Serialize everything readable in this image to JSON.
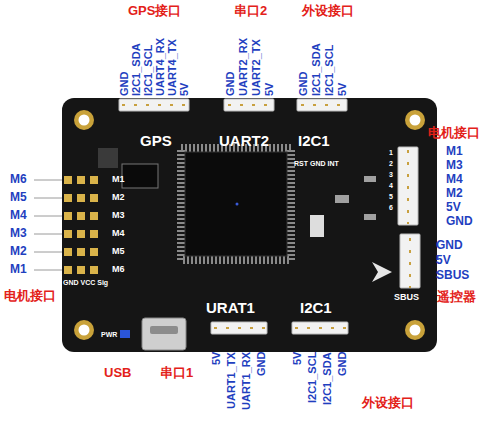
{
  "diagram": {
    "labels": [
      "GPS接口",
      "串口2",
      "外设接口",
      "GND",
      "I2C1_SDA",
      "I2C1_SCL",
      "UART4_RX",
      "UART4_TX",
      "5V",
      "GND",
      "UART2_RX",
      "UART2_TX",
      "5V",
      "GND",
      "I2C1_SDA",
      "I2C1_SCL",
      "5V",
      "GPS",
      "UART2",
      "I2C1",
      "电机接口",
      "M1",
      "M3",
      "M4",
      "M2",
      "5V",
      "GND",
      "RST GND INT",
      "1",
      "2",
      "3",
      "4",
      "5",
      "6",
      "M6",
      "M5",
      "M4",
      "M3",
      "M2",
      "M1",
      "M1",
      "M2",
      "M3",
      "M4",
      "M5",
      "M6",
      "GND VCC Sig",
      "GND",
      "5V",
      "SBUS",
      "SBUS",
      "遥控器",
      "电机接口",
      "URAT1",
      "I2C1",
      "PWR",
      "USB",
      "串口1",
      "5V",
      "UART1_TX",
      "UART1_RX",
      "GND",
      "5V",
      "I2C1_SCL",
      "I2C1_SDA",
      "GND",
      "外设接口"
    ]
  }
}
